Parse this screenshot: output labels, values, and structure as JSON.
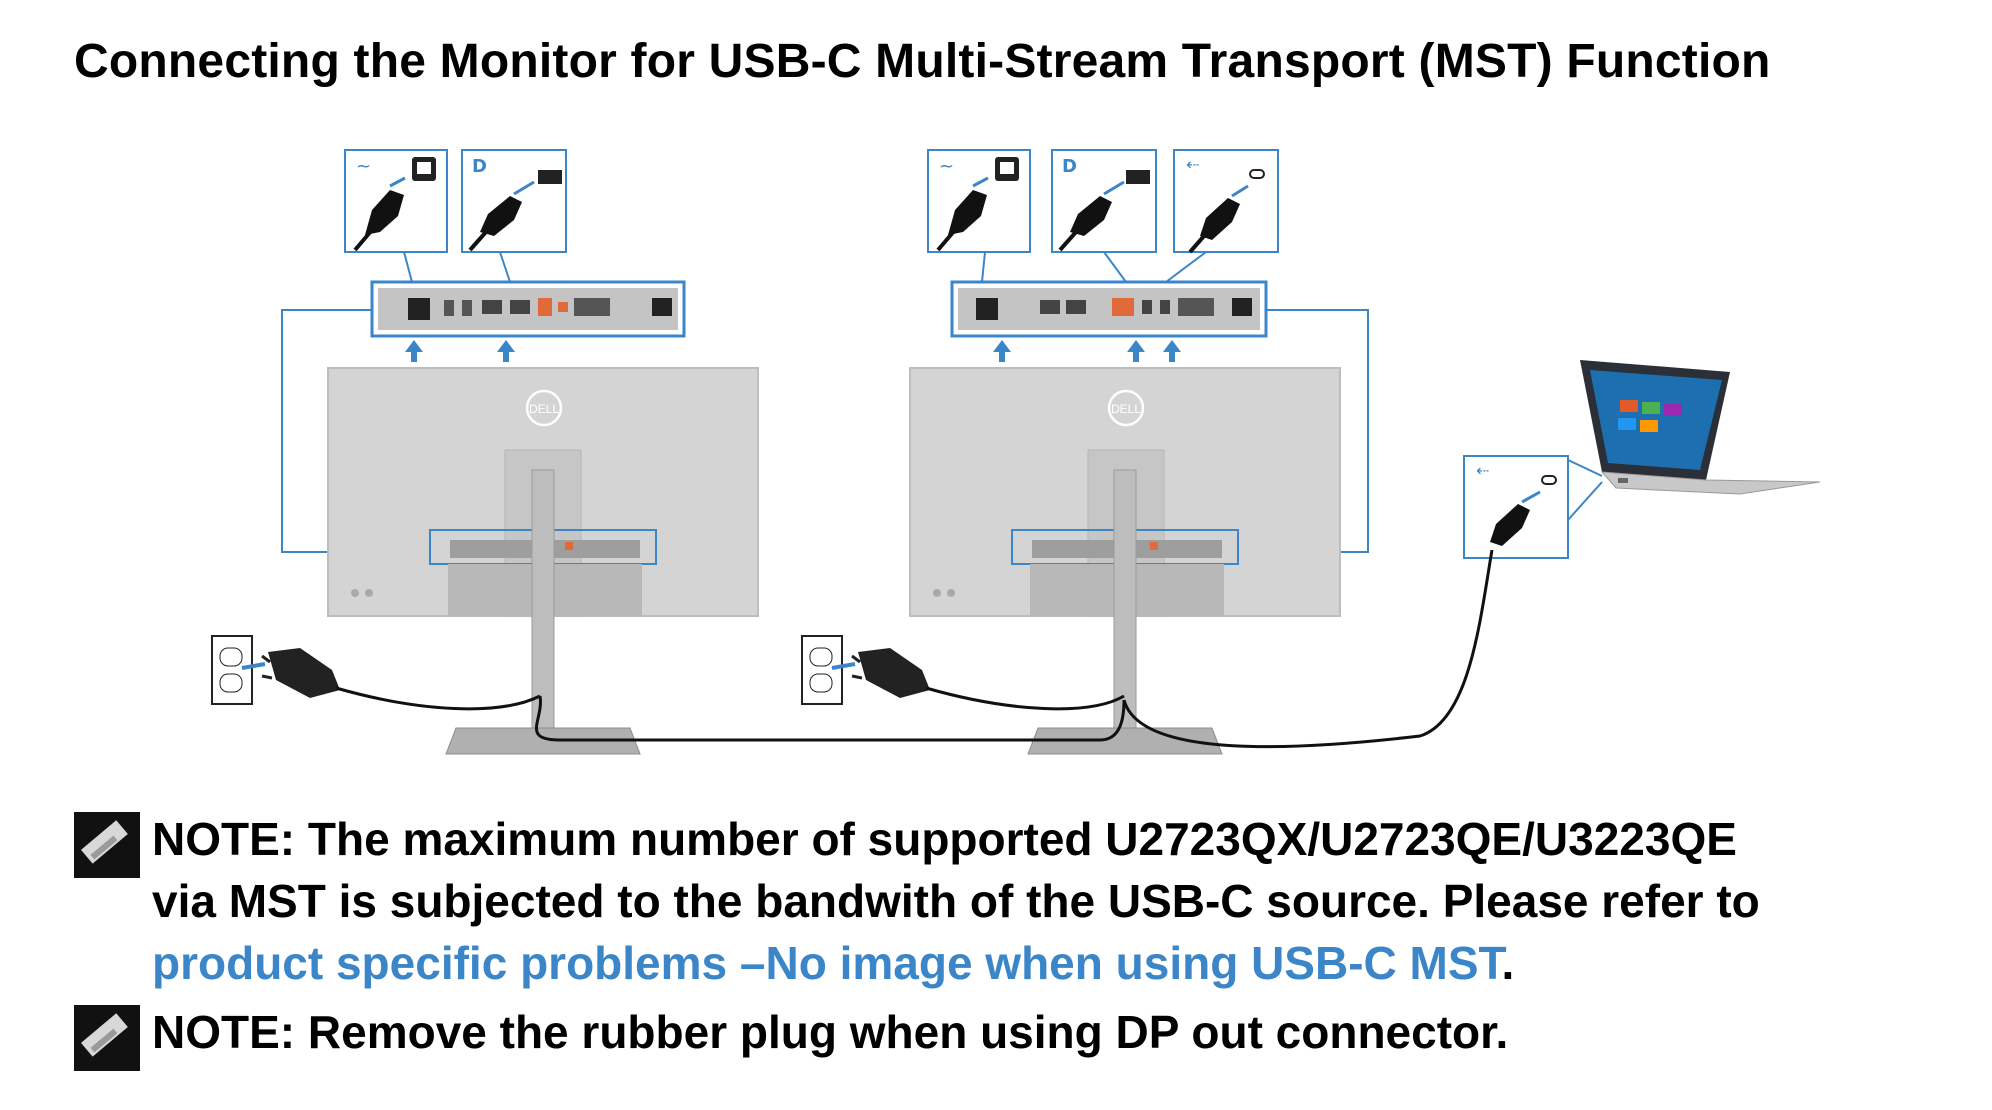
{
  "title": "Connecting the Monitor for USB-C Multi-Stream Transport (MST) Function",
  "figure": {
    "monitor_logo": "DELL",
    "connector_icons": [
      "power-icon",
      "displayport-in-icon",
      "displayport-out-icon",
      "usb-c-icon"
    ],
    "colors": {
      "callout_blue": "#3b86c8",
      "monitor_gray": "#c9c9c9",
      "cable": "#111111"
    }
  },
  "notes": [
    {
      "label": "NOTE:",
      "text_line1": "The maximum number of supported U2723QX/U2723QE/U3223QE",
      "text_line2": "via MST is subjected to the bandwith of the USB-C source. Please refer to",
      "link_text": "product specific problems –No image when using USB-C MST",
      "after_link": "."
    },
    {
      "label": "NOTE:",
      "text": "Remove the rubber plug when using DP out connector."
    }
  ]
}
